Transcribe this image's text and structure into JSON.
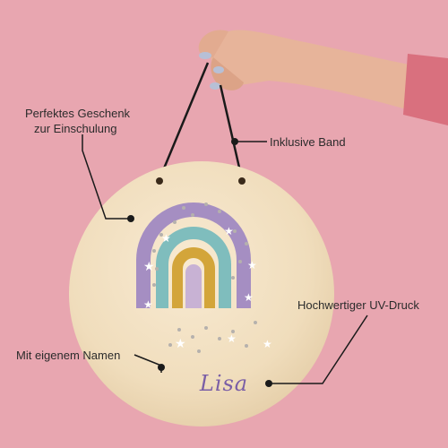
{
  "callouts": {
    "gift_line1": "Perfektes Geschenk",
    "gift_line2": "zur Einschulung",
    "band": "Inklusive Band",
    "uv_print": "Hochwertiger UV-Druck",
    "name_label": "Mit eigenem Namen"
  },
  "sign": {
    "name": "Lisa"
  },
  "colors": {
    "background": "#e8a6b0",
    "wood": "#f3e2c4",
    "rainbow_purple": "#a58ec2",
    "rainbow_teal": "#7fbdbd",
    "rainbow_mustard": "#d3a53a",
    "rainbow_lilac": "#c8b2d4",
    "name_text": "#7a5ea6"
  }
}
